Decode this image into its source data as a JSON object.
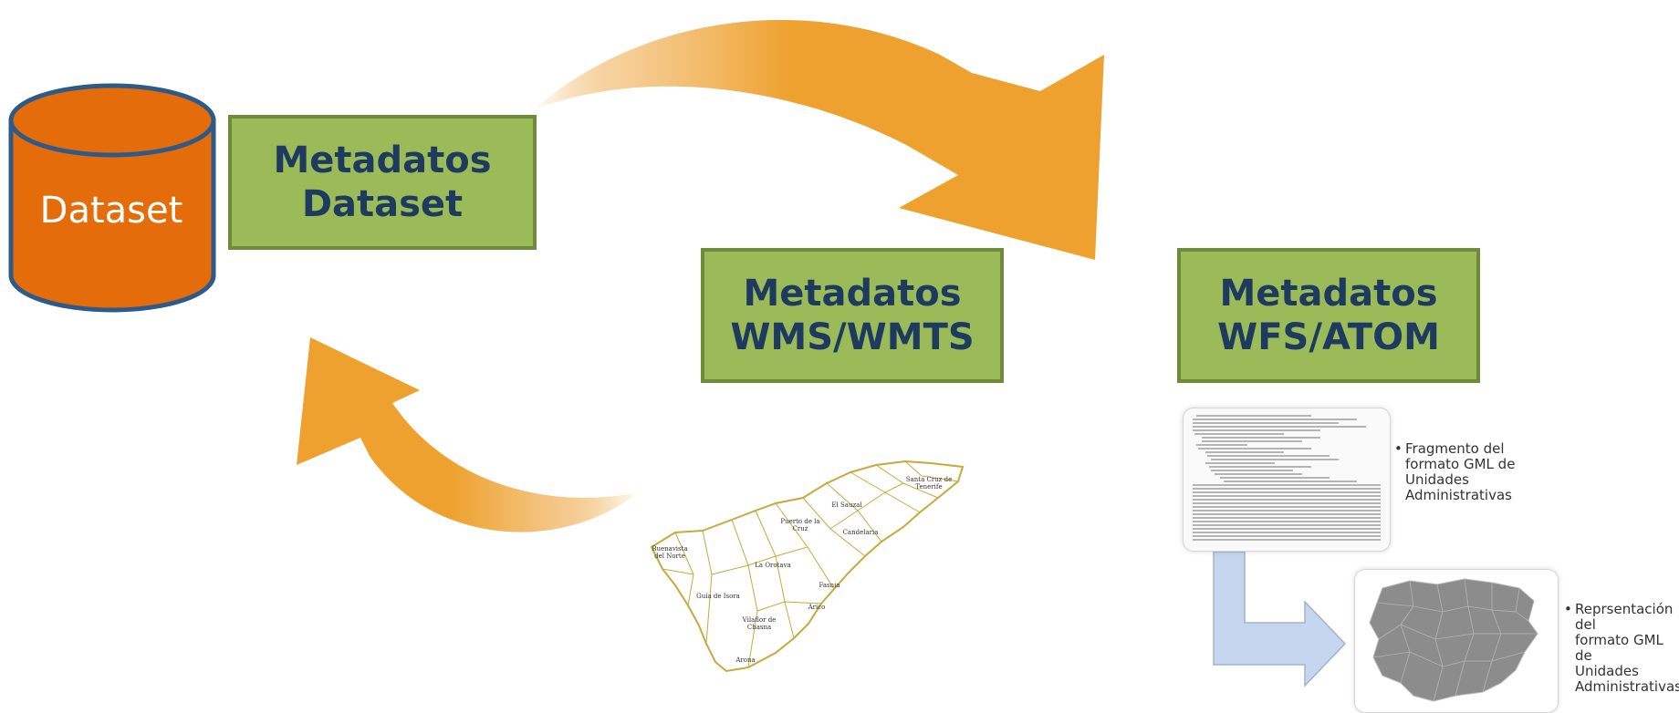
{
  "database": {
    "label": "Dataset"
  },
  "boxes": {
    "dataset": {
      "line1": "Metadatos",
      "line2": "Dataset"
    },
    "wms": {
      "line1": "Metadatos",
      "line2": "WMS/WMTS"
    },
    "wfs": {
      "line1": "Metadatos",
      "line2": "WFS/ATOM"
    }
  },
  "map_labels": {
    "santa_cruz": "Santa Cruz de Tenerife",
    "el_sauzal": "El Sauzal",
    "puerto_cruz": "Puerto de la Cruz",
    "candelaria": "Candelaria",
    "buenavista": "Buenavista del Norte",
    "la_orotava": "La Orotava",
    "fasnia": "Fasnia",
    "guia_isora": "Guía de Isora",
    "arico": "Arico",
    "vilaflor": "Vilaflor de Chasna",
    "arona": "Arona"
  },
  "gml_fragment": {
    "bullet": "•",
    "lines": [
      "Fragmento del",
      "formato GML de",
      "Unidades",
      "Administrativas"
    ]
  },
  "gml_representation": {
    "bullet": "•",
    "lines": [
      "Reprsentación del",
      "formato GML de",
      "Unidades",
      "Administrativas"
    ]
  },
  "colors": {
    "arrow_orange": "#eea12e",
    "box_fill": "#9bbb59",
    "box_border": "#6f8a3b",
    "box_text": "#1f3a5f",
    "database_fill": "#e46c0a",
    "database_border": "#2e5a8a",
    "light_blue_arrow": "#c5d6ee",
    "map_outline": "#c8a93a",
    "map_gray": "#8c8c8c"
  }
}
